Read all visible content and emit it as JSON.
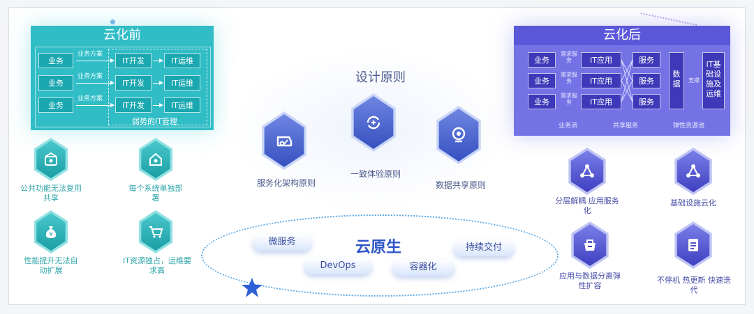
{
  "before": {
    "title": "云化前",
    "rows": [
      {
        "biz": "业务",
        "flow": "业务方案",
        "dev": "IT开发",
        "ops": "IT运维"
      },
      {
        "biz": "业务",
        "flow": "业务方案",
        "dev": "IT开发",
        "ops": "IT运维"
      },
      {
        "biz": "业务",
        "flow": "业务方案",
        "dev": "IT开发",
        "ops": "IT运维"
      }
    ],
    "footer": "弱势的IT管理",
    "issues": [
      {
        "label": "公共功能无法复用共享",
        "icon": "shop-icon"
      },
      {
        "label": "每个系统单独部署",
        "icon": "house-icon"
      },
      {
        "label": "性能提升无法自动扩展",
        "icon": "money-bag-icon"
      },
      {
        "label": "IT资源独占，运维要求高",
        "icon": "cart-icon"
      }
    ]
  },
  "principles": {
    "title": "设计原则",
    "items": [
      {
        "label": "服务化架构原则",
        "icon": "cloud-service-icon"
      },
      {
        "label": "一致体验原则",
        "icon": "refresh-plus-icon"
      },
      {
        "label": "数据共享原则",
        "icon": "webcam-icon"
      }
    ]
  },
  "cloud_native": {
    "title": "云原生",
    "pills": [
      "微服务",
      "DevOps",
      "容器化",
      "持续交付"
    ]
  },
  "after": {
    "title": "云化后",
    "rows": [
      {
        "biz": "业务",
        "req": "需求服务",
        "app": "IT应用",
        "svc": "服务"
      },
      {
        "biz": "业务",
        "req": "需求服务",
        "app": "IT应用",
        "svc": "服务"
      },
      {
        "biz": "业务",
        "req": "需求服务",
        "app": "IT应用",
        "svc": "服务"
      }
    ],
    "data_label": "数据",
    "support_label": "支撑",
    "infra_label": "IT基础设施及运维",
    "footers": [
      "业务流",
      "共享服务",
      "弹性资源池"
    ],
    "benefits": [
      {
        "label": "分层解耦 应用服务化",
        "icon": "nodes-icon"
      },
      {
        "label": "基础设施云化",
        "icon": "nodes-icon"
      },
      {
        "label": "应用与数据分离弹性扩容",
        "icon": "basket-icon"
      },
      {
        "label": "不停机 热更新 快速迭代",
        "icon": "checklist-icon"
      }
    ]
  },
  "colors": {
    "teal": "#31bdc6",
    "purple": "#7473e6",
    "blue_hex": "#4a63d0",
    "star": "#2f5fd6"
  }
}
